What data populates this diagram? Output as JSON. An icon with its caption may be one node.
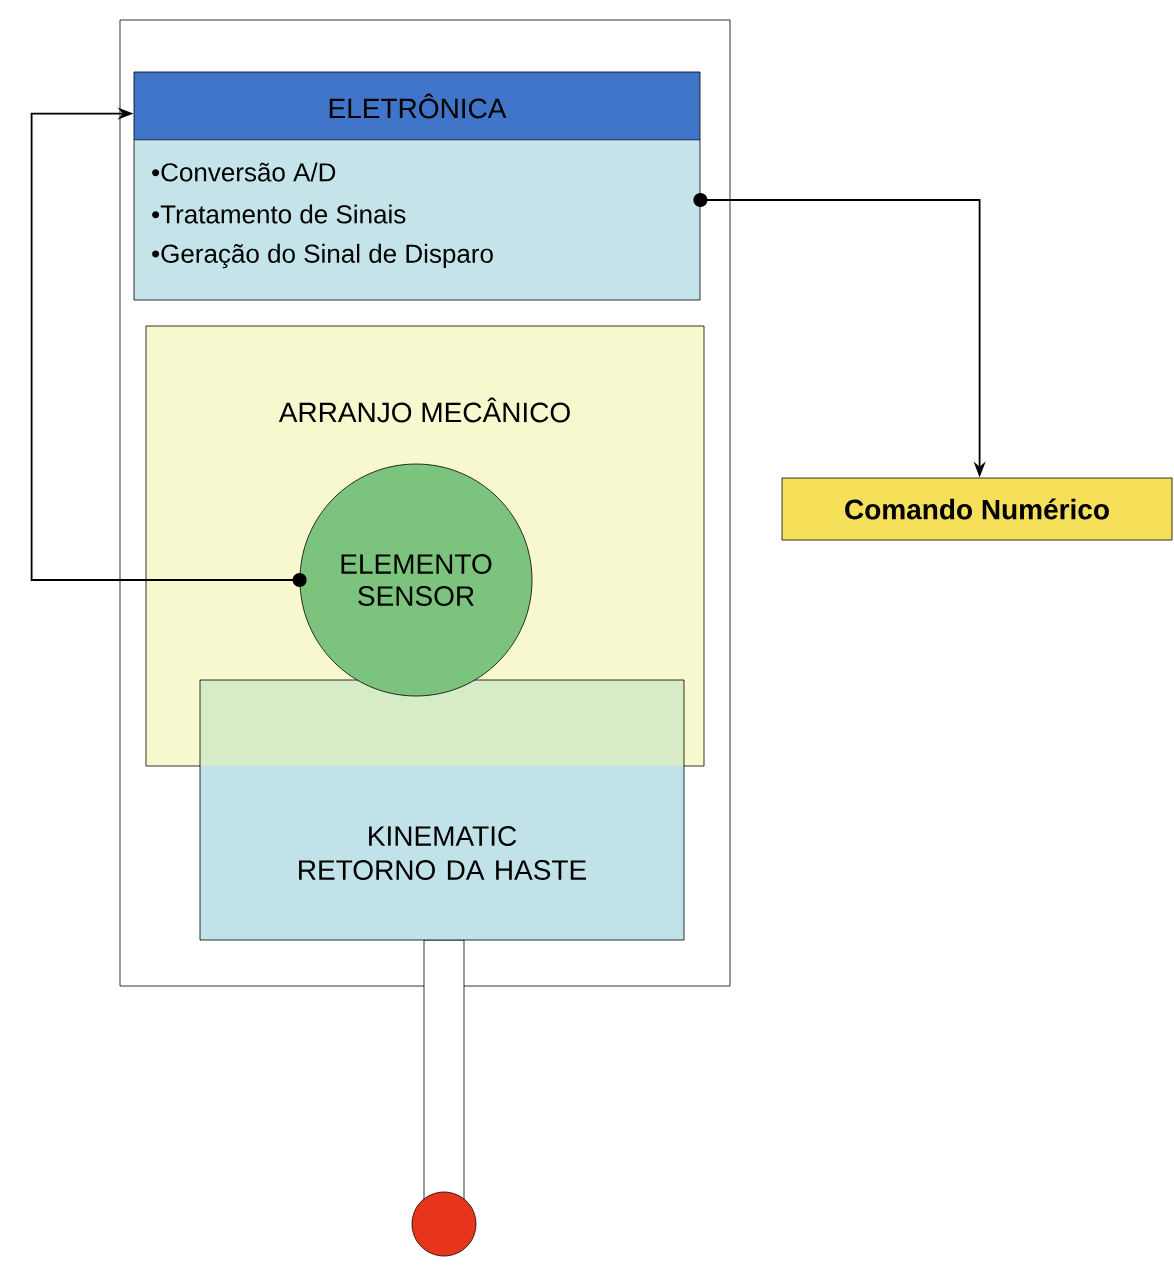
{
  "diagram": {
    "nodes": [
      {
        "text": [],
        "shape": "box"
      },
      {
        "text": [
          "ELETRÔNICA",
          "•Conversão A/D",
          "•Tratamento de Sinais",
          "•Geração do Sinal de Disparo"
        ],
        "in": 0
      },
      {
        "text": [
          "ARRANJO MECÂNICO"
        ],
        "in": 0
      },
      {
        "text": [
          "ELEMENTO SENSOR"
        ],
        "in": 2
      },
      {
        "text": [
          "KINEMATIC RETORNO DA HASTE"
        ],
        "in": 0
      },
      {
        "text": [
          "Comando Numérico"
        ]
      },
      {
        "text": [],
        "shape": "circle"
      }
    ],
    "edges": [
      {
        "from": 3,
        "to": 1,
        "arrow": "to"
      },
      {
        "from": 1,
        "to": 5,
        "arrow": "to"
      }
    ]
  }
}
